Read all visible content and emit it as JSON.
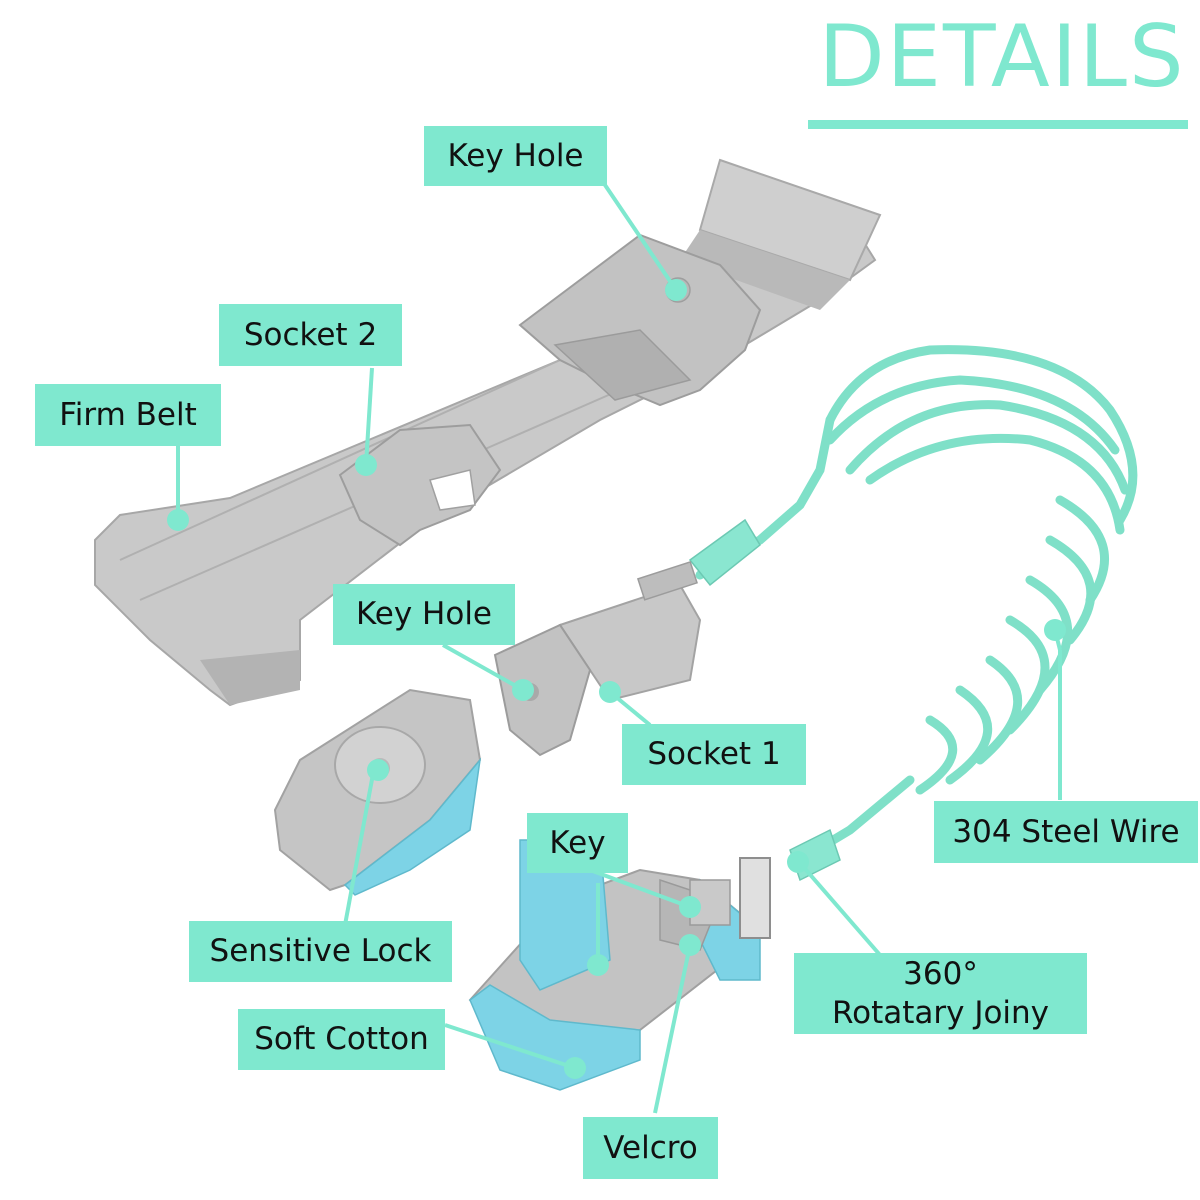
{
  "header": {
    "title": "DETAILS"
  },
  "callouts": {
    "key_hole_top": "Key Hole",
    "socket_2": "Socket 2",
    "firm_belt": "Firm Belt",
    "key_hole_mid": "Key Hole",
    "socket_1": "Socket 1",
    "steel_wire": "304 Steel Wire",
    "key": "Key",
    "sensitive_lock": "Sensitive Lock",
    "rotatary_joint_line1": "360°",
    "rotatary_joint_line2": "Rotatary Joiny",
    "soft_cotton": "Soft Cotton",
    "velcro": "Velcro"
  },
  "colors": {
    "accent": "#7fe8cf",
    "belt_gray": "#c6c6c6",
    "coil_teal": "#7fe0c8",
    "cuff_blue": "#7dd3e6"
  }
}
